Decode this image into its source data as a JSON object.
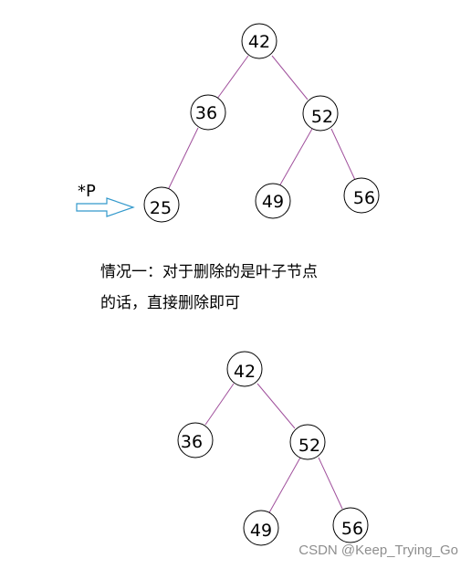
{
  "colors": {
    "edge": "#a0509c",
    "arrow": "#3399cc",
    "node_stroke": "#000000"
  },
  "pointer_label": "*P",
  "caption": {
    "line1": "情况一：对于删除的是叶子节点",
    "line2": "的话，直接删除即可"
  },
  "tree_before": {
    "nodes": {
      "root": "42",
      "left": "36",
      "right": "52",
      "left_left": "25",
      "right_left": "49",
      "right_right": "56"
    }
  },
  "tree_after": {
    "nodes": {
      "root": "42",
      "left": "36",
      "right": "52",
      "right_left": "49",
      "right_right": "56"
    }
  },
  "watermark": "CSDN @Keep_Trying_Go"
}
